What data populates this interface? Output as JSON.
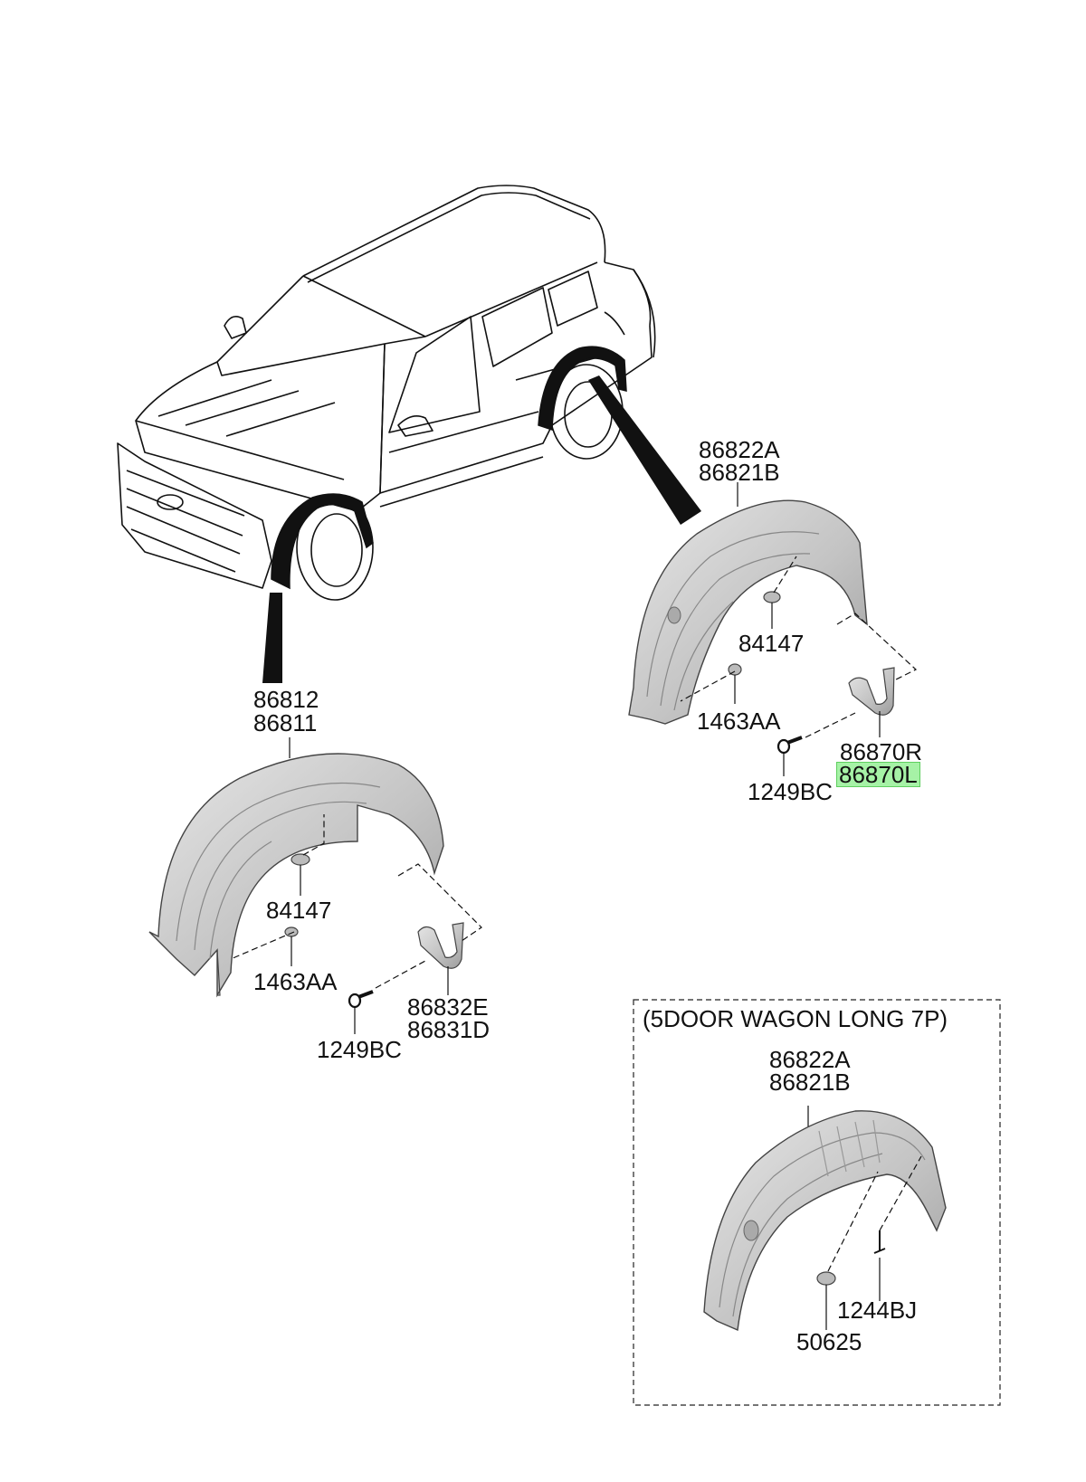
{
  "colors": {
    "line": "#111111",
    "part_fill": "#cfcfcf",
    "part_shade": "#9a9a9a",
    "highlight": "#a6f2a6"
  },
  "car": {
    "icon": "suv-outline-icon"
  },
  "front_liner": {
    "labels": [
      "86812",
      "86811"
    ],
    "grommet": "84147",
    "clip": "1463AA",
    "screw": "1249BC",
    "mudguard": [
      "86832E",
      "86831D"
    ]
  },
  "rear_liner": {
    "labels": [
      "86822A",
      "86821B"
    ],
    "grommet": "84147",
    "clip": "1463AA",
    "screw": "1249BC",
    "mudguard": [
      "86870R",
      "86870L"
    ]
  },
  "inset": {
    "title": "(5DOOR WAGON LONG 7P)",
    "labels": [
      "86822A",
      "86821B"
    ],
    "bolt": "1244BJ",
    "nut": "50625"
  }
}
